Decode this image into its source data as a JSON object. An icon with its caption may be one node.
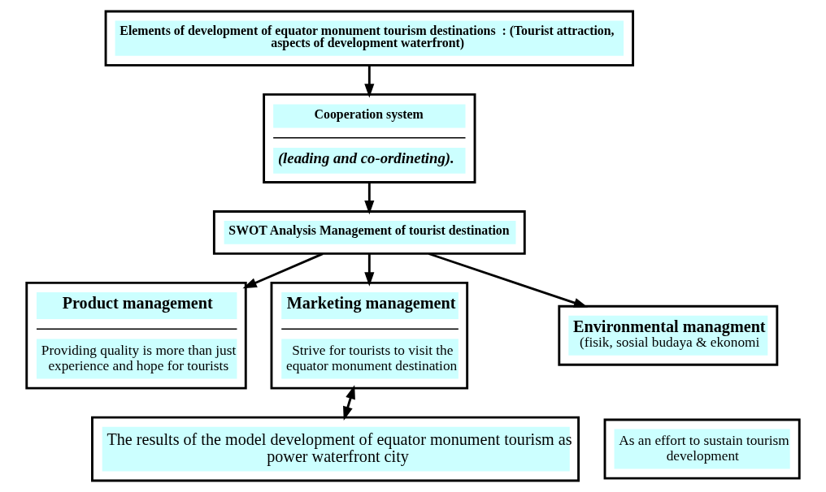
{
  "diagram": {
    "nodes": [
      {
        "text": [
          "Elements of development of equator monument tourism destinations  : (Tourist attraction, aspects of development waterfront)"
        ]
      },
      {
        "text": [
          "Cooperation system",
          "(leading and co-ordineting)."
        ]
      },
      {
        "text": [
          "SWOT Analysis Management of tourist destination"
        ]
      },
      {
        "text": [
          "Product management",
          "Providing quality is more than just experience and hope for tourists"
        ]
      },
      {
        "text": [
          "Marketing management",
          "Strive for tourists to visit the equator monument destination"
        ]
      },
      {
        "text": [
          "Environmental managment",
          "(fisik, sosial budaya & ekonomi"
        ]
      },
      {
        "text": [
          "As an effort to sustain tourism development"
        ]
      },
      {
        "text": [
          "The results of the model development of equator monument tourism as power waterfront city"
        ]
      }
    ],
    "edges": [
      {
        "from": 0,
        "to": 1,
        "arrow": "to"
      },
      {
        "from": 1,
        "to": 2,
        "arrow": "to"
      },
      {
        "from": 2,
        "to": 3,
        "arrow": "to"
      },
      {
        "from": 2,
        "to": 4,
        "arrow": "to"
      },
      {
        "from": 2,
        "to": 5,
        "arrow": "to"
      },
      {
        "from": 4,
        "to": 7,
        "arrow": "both"
      }
    ]
  }
}
